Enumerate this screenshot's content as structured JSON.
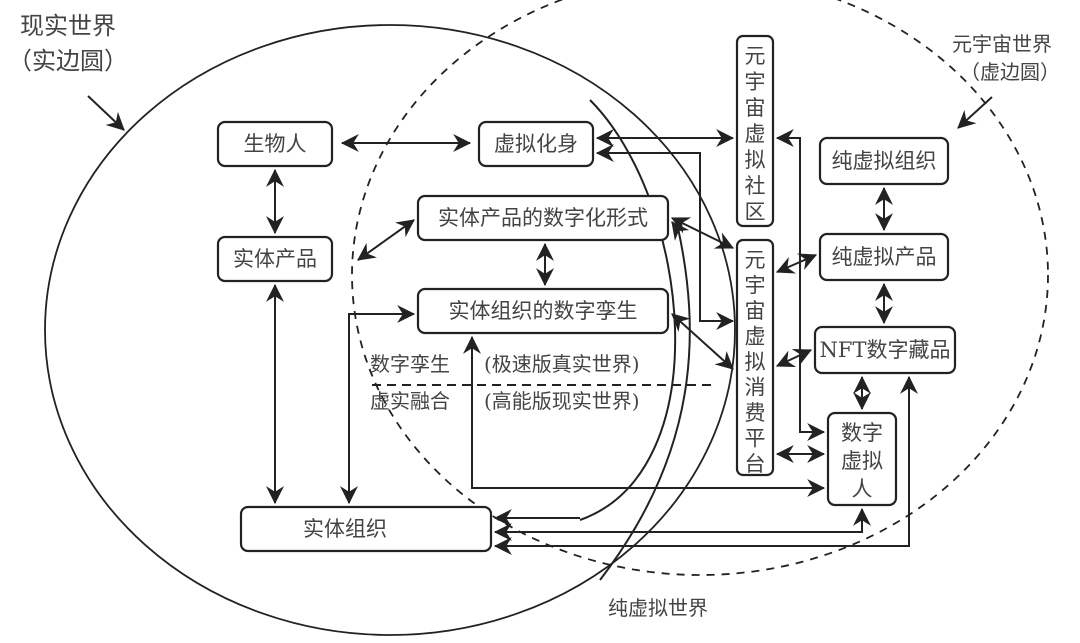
{
  "annotations": {
    "real_world": "现实世界",
    "real_world_sub": "（实边圆）",
    "metaverse_world": "元宇宙世界",
    "metaverse_world_sub": "（虚边圆）",
    "pure_virtual_world": "纯虚拟世界",
    "digital_twin": "数字孪生",
    "digital_twin_sub": "(极速版真实世界)",
    "virtual_real_fusion": "虚实融合",
    "virtual_real_fusion_sub": "(高能版现实世界)"
  },
  "nodes": {
    "biological_human": "生物人",
    "physical_product": "实体产品",
    "physical_org": "实体组织",
    "avatar": "虚拟化身",
    "digital_form": "实体产品的数字化形式",
    "digital_twin_org": "实体组织的数字孪生",
    "meta_community": [
      "元",
      "宇",
      "宙",
      "虚",
      "拟",
      "社",
      "区"
    ],
    "meta_platform": [
      "元",
      "宇",
      "宙",
      "虚",
      "拟",
      "消",
      "费",
      "平",
      "台"
    ],
    "pure_virtual_org": "纯虚拟组织",
    "pure_virtual_product": "纯虚拟产品",
    "nft": "NFT数字藏品",
    "digital_human": [
      "数字",
      "虚拟",
      "人"
    ]
  }
}
